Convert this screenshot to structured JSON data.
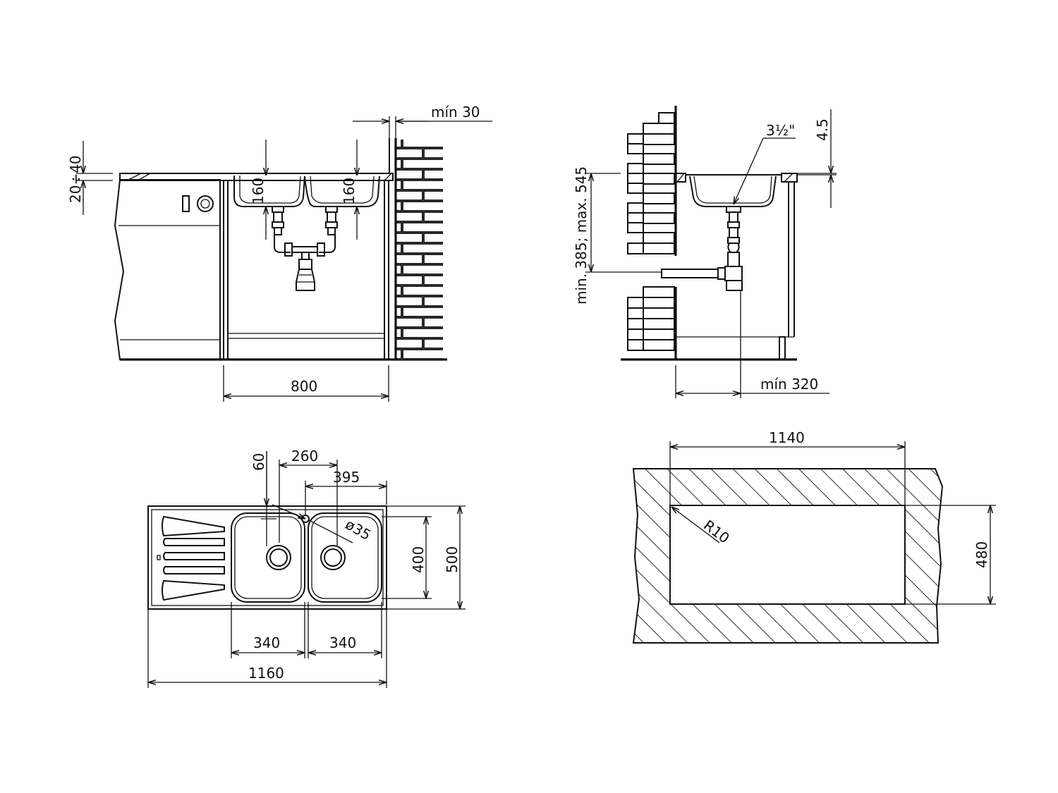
{
  "colors": {
    "ink": "#111111",
    "paper": "#ffffff"
  },
  "side_view": {
    "min_clearance": "mín 30",
    "thickness_range": "20÷40",
    "bowl_depth_left": "160",
    "bowl_depth_right": "160",
    "cabinet_width": "800"
  },
  "profile_view": {
    "drain_size": "3½\"",
    "rim_height": "4.5",
    "waste_height": "min. 385; max. 545",
    "min_distance": "mín 320"
  },
  "top_view": {
    "tap_offset": "60",
    "tap_spacing": "260",
    "bowls_span": "395",
    "tap_hole": "ø35",
    "bowl_depth": "400",
    "overall_depth": "500",
    "bowl_width_left": "340",
    "bowl_width_right": "340",
    "overall_width": "1160"
  },
  "cutout": {
    "width": "1140",
    "height": "480",
    "radius": "R10"
  }
}
